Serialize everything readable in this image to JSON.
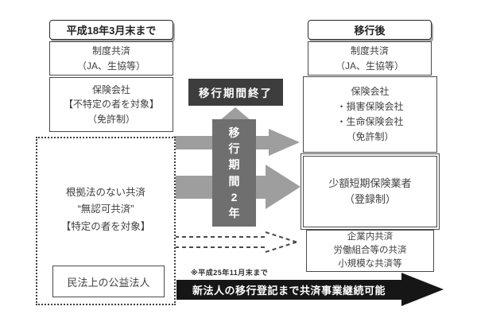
{
  "left": {
    "header": "平成18年3月末まで",
    "boxes": [
      {
        "label": "制度共済\n（JA、生協等）"
      },
      {
        "label": "保険会社\n【不特定の者を対象】\n（免許制）"
      }
    ],
    "unlicensed": {
      "label": "根拠法のない共済\n“無認可共済”\n【特定の者を対象】",
      "inner": "民法上の公益法人"
    }
  },
  "middle": {
    "transition_end": "移行期間終了",
    "transition_period": "移\n行\n期\n間\n2\n年",
    "note": "※平成25年11月末まで",
    "continuation_arrow": "新法人の移行登記まで共済事業継続可能"
  },
  "right": {
    "header": "移行後",
    "boxes": [
      {
        "label": "制度共済\n（JA、生協等）"
      },
      {
        "label": "保険会社\n・損害保険会社\n・生命保険会社\n（免許制）"
      },
      {
        "label": "少額短期保険業者\n（登録制）"
      },
      {
        "label": "企業内共済\n労働組合等の共済\n小規模な共済等"
      }
    ]
  },
  "colors": {
    "arrow_gray": "#9e9e9e",
    "period_box_gray": "#6f6f6f",
    "end_box_dark": "#3d3d3d",
    "continuation_black": "#161616"
  }
}
